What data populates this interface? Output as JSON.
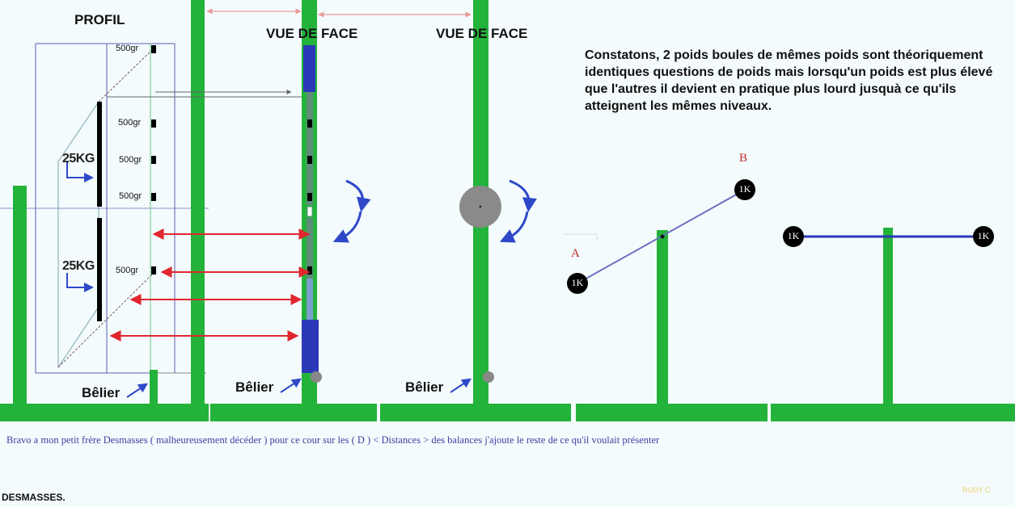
{
  "labels": {
    "profil": "PROFIL",
    "vue_face_1": "VUE DE FACE",
    "vue_face_2": "VUE DE FACE",
    "weight_500_1": "500gr",
    "weight_500_2": "500gr",
    "weight_500_3": "500gr",
    "weight_500_4": "500gr",
    "weight_500_5": "500gr",
    "kg_upper": "25KG",
    "kg_lower": "25KG",
    "belier_1": "Bêlier",
    "belier_2": "Bêlier",
    "belier_3": "Bêlier",
    "point_a": "A",
    "point_b": "B",
    "ball_a": "1K",
    "ball_b": "1K",
    "ball_left": "1K",
    "ball_right": "1K"
  },
  "note": "Constatons, 2 poids boules de mêmes poids sont théoriquement identiques questions de poids mais lorsqu'un poids est plus élevé que l'autres il devient en pratique plus lourd jusquà ce qu'ils atteignent les mêmes niveaux.",
  "caption": "Bravo a mon petit frère Desmasses ( malheureusement décéder )  pour ce cour sur les ( D ) < Distances > des balances  j'ajoute le reste de ce qu'il voulait présenter",
  "signature": "DESMASSES.",
  "credit": "RUDY C",
  "colors": {
    "green": "#23b33a",
    "blue": "#2b39b8",
    "arrow_red": "#e0262e",
    "arrow_blue": "#2d49c8",
    "label_red": "#c42a2a"
  }
}
